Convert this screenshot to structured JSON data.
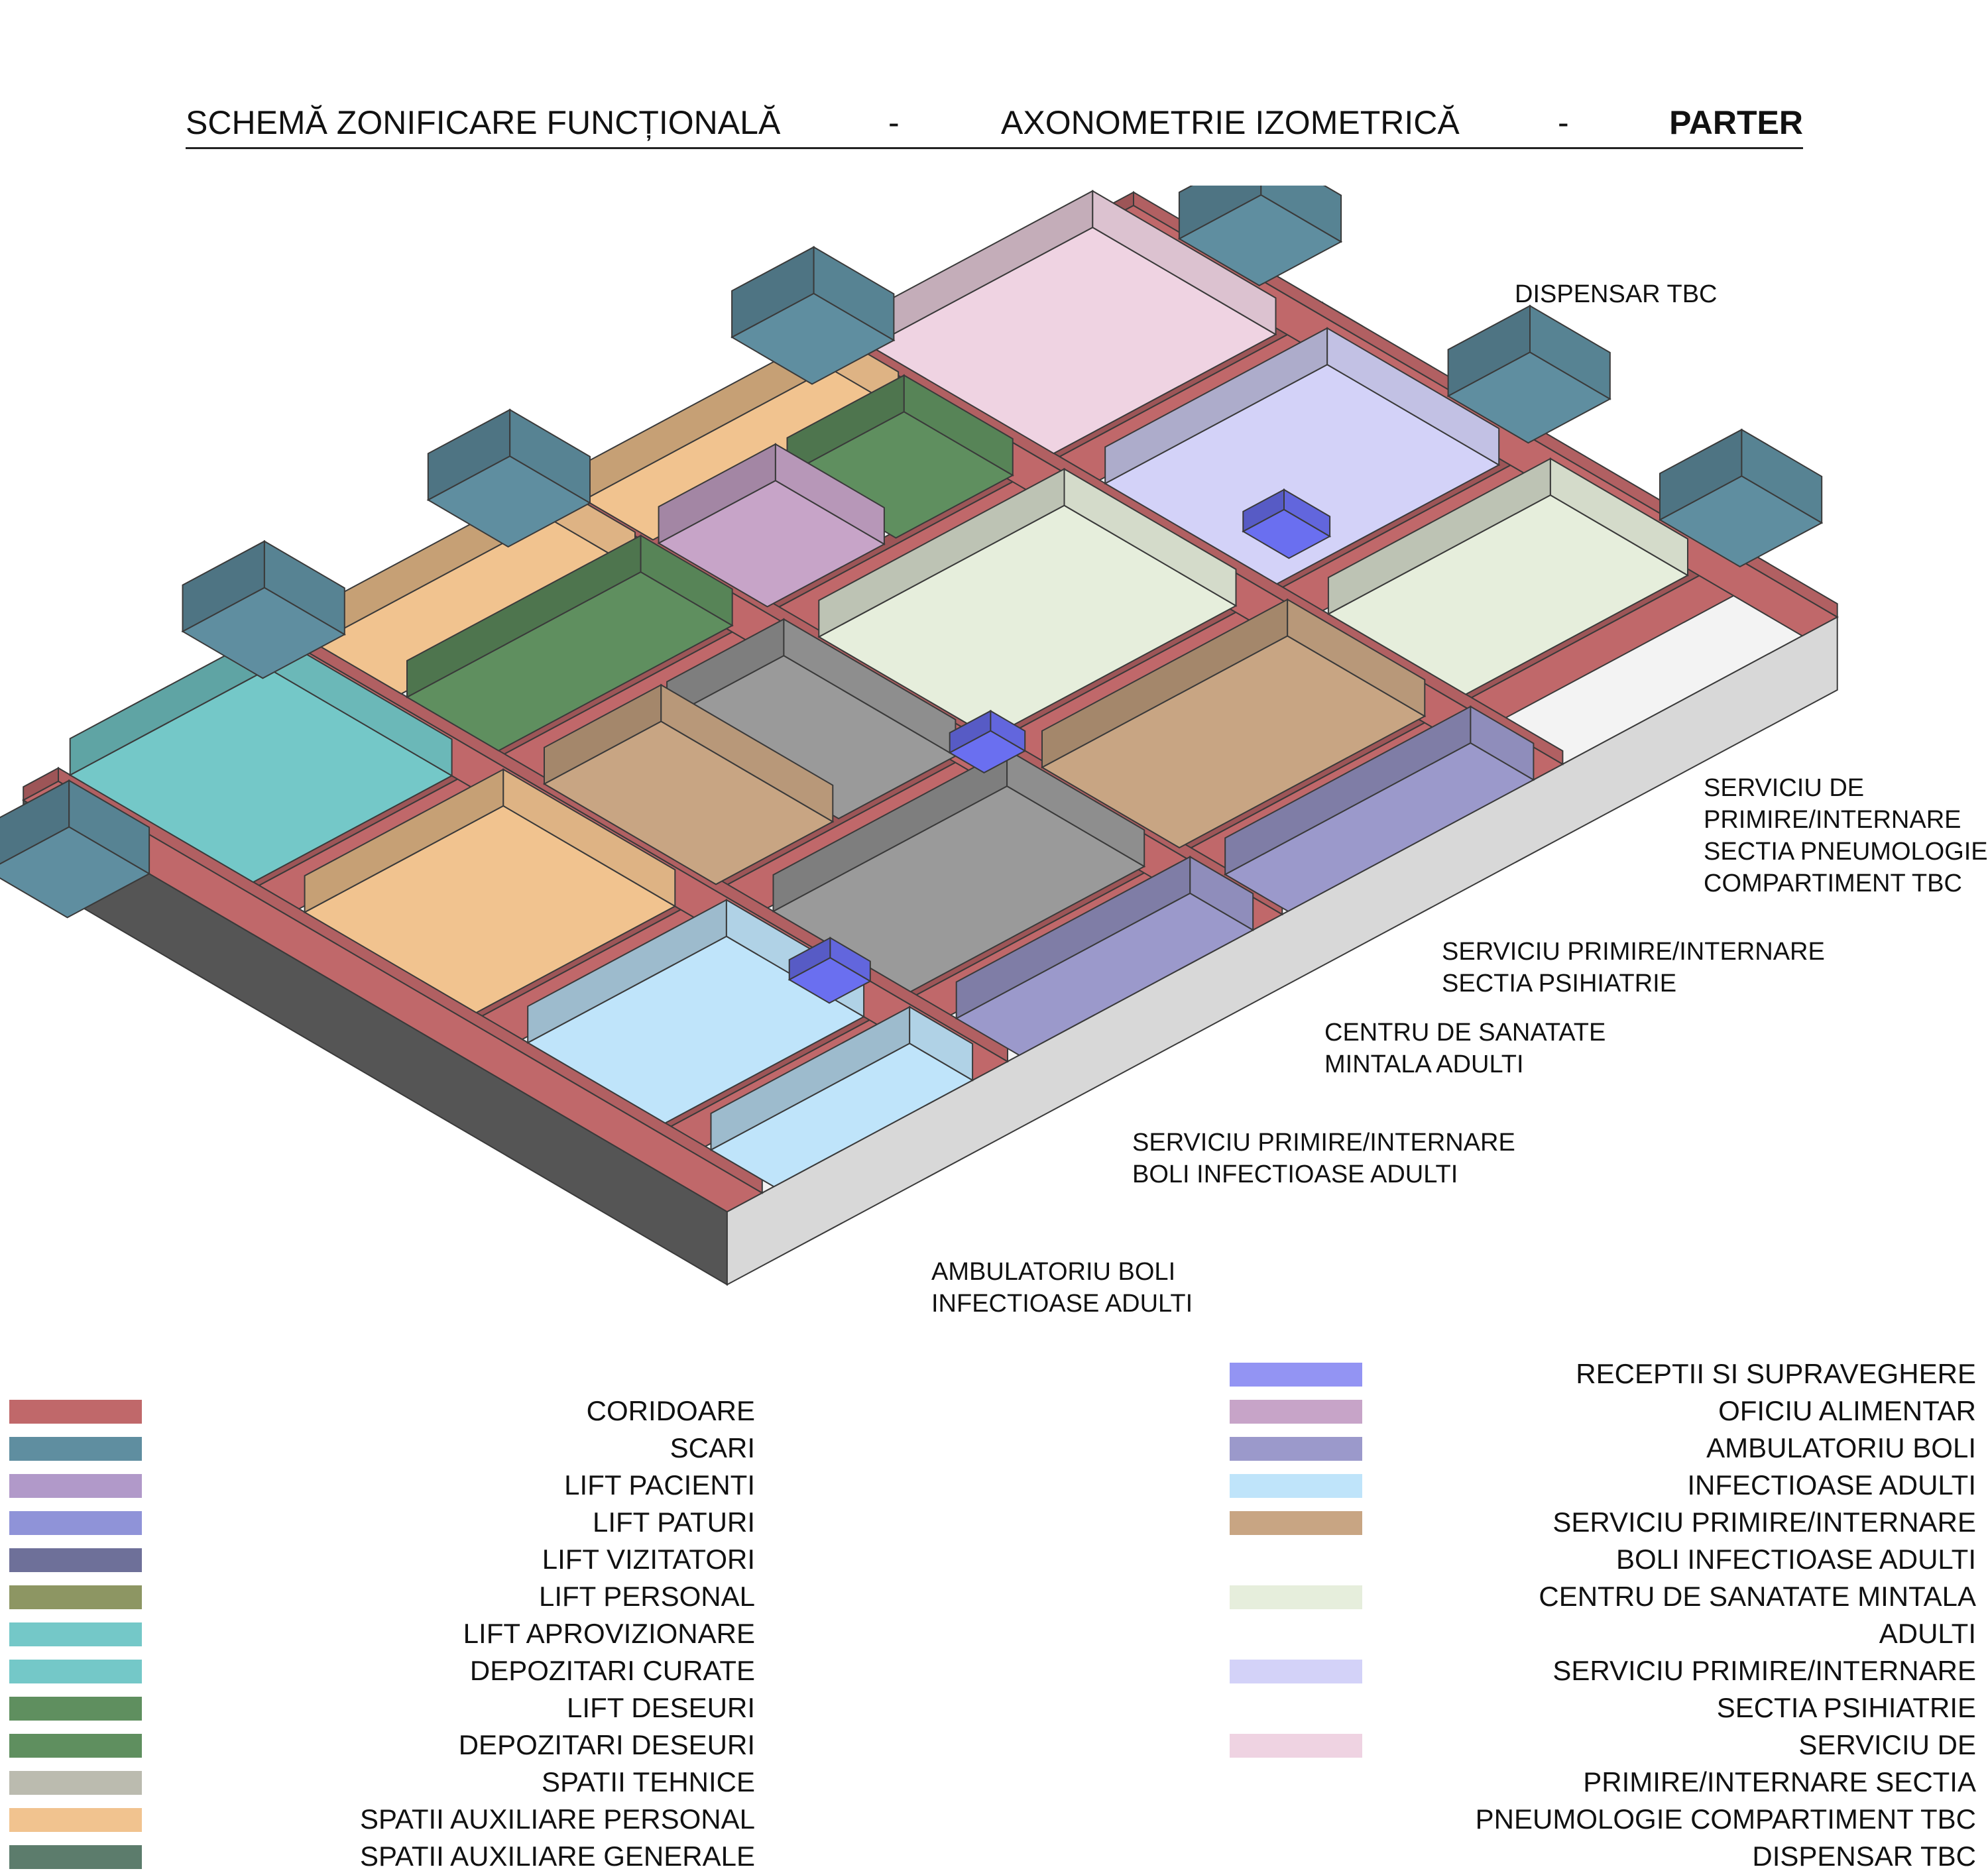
{
  "title": {
    "part1": "SCHEMĂ ZONIFICARE FUNCȚIONALĂ",
    "sep1": "-",
    "part2": "AXONOMETRIE IZOMETRICĂ",
    "sep2": "-",
    "part3": "PARTER"
  },
  "callouts": [
    {
      "lines": [
        "DISPENSAR TBC"
      ]
    },
    {
      "lines": [
        "SERVICIU DE",
        "PRIMIRE/INTERNARE",
        "SECTIA PNEUMOLOGIE",
        "COMPARTIMENT TBC"
      ]
    },
    {
      "lines": [
        "SERVICIU PRIMIRE/INTERNARE",
        "SECTIA PSIHIATRIE"
      ]
    },
    {
      "lines": [
        "CENTRU DE SANATATE",
        "MINTALA ADULTI"
      ]
    },
    {
      "lines": [
        "SERVICIU PRIMIRE/INTERNARE",
        "BOLI INFECTIOASE ADULTI"
      ]
    },
    {
      "lines": [
        "AMBULATORIU BOLI",
        "INFECTIOASE ADULTI"
      ]
    }
  ],
  "legend_left": [
    {
      "label": "CORIDOARE",
      "color": "#c0686a"
    },
    {
      "label": "SCARI",
      "color": "#5f8ea0"
    },
    {
      "label": "LIFT PACIENTI",
      "color": "#b199c9"
    },
    {
      "label": "LIFT PATURI",
      "color": "#8f93d8"
    },
    {
      "label": "LIFT VIZITATORI",
      "color": "#6e7099"
    },
    {
      "label": "LIFT PERSONAL",
      "color": "#8d9663"
    },
    {
      "label": "LIFT APROVIZIONARE",
      "color": "#74c8c8"
    },
    {
      "label": "DEPOZITARI CURATE",
      "color": "#74c8c8"
    },
    {
      "label": "LIFT DESEURI",
      "color": "#5f8f5f"
    },
    {
      "label": "DEPOZITARI DESEURI",
      "color": "#5f8f5f"
    },
    {
      "label": "SPATII TEHNICE",
      "color": "#bbbbaf"
    },
    {
      "label": "SPATII AUXILIARE PERSONAL",
      "color": "#f1c38f"
    },
    {
      "label": "SPATII AUXILIARE GENERALE",
      "color": "#5c7c6c"
    }
  ],
  "legend_right": [
    {
      "label": "RECEPTII SI SUPRAVEGHERE",
      "color": "#9394f3"
    },
    {
      "label": "OFICIU ALIMENTAR",
      "color": "#c7a4c8"
    },
    {
      "label": "AMBULATORIU BOLI",
      "color": "#9b99cb"
    },
    {
      "label": "INFECTIOASE ADULTI",
      "color": "#bfe4fa"
    },
    {
      "label": "SERVICIU PRIMIRE/INTERNARE",
      "color": "#c8a583"
    },
    {
      "label": "BOLI INFECTIOASE ADULTI",
      "color": ""
    },
    {
      "label": "CENTRU DE SANATATE MINTALA",
      "color": "#e6eedc"
    },
    {
      "label": "ADULTI",
      "color": ""
    },
    {
      "label": "SERVICIU PRIMIRE/INTERNARE",
      "color": "#d3d2f8"
    },
    {
      "label": "SECTIA PSIHIATRIE",
      "color": ""
    },
    {
      "label": "SERVICIU DE",
      "color": "#efd3e2"
    },
    {
      "label": "PRIMIRE/INTERNARE SECTIA",
      "color": ""
    },
    {
      "label": "PNEUMOLOGIE COMPARTIMENT TBC",
      "color": ""
    },
    {
      "label": "DISPENSAR TBC",
      "color": ""
    }
  ],
  "palette": {
    "corridor": "#c0686a",
    "stairs": "#5f8ea0",
    "wall_light": "#ededed",
    "wall_dark": "#555555",
    "parking": "#9a9a9a",
    "tbc": "#efd3e2",
    "psych": "#d3d2f8",
    "mental": "#e6eedc",
    "infect": "#c8a583",
    "amb_light": "#bfe4fa",
    "amb_dark": "#9b99cb",
    "aux_staff": "#f1c38f",
    "waste": "#5f8f5f",
    "clean": "#74c8c8",
    "reception": "#6a6ff0",
    "office": "#c7a4c8",
    "tech": "#bbbbaf"
  }
}
